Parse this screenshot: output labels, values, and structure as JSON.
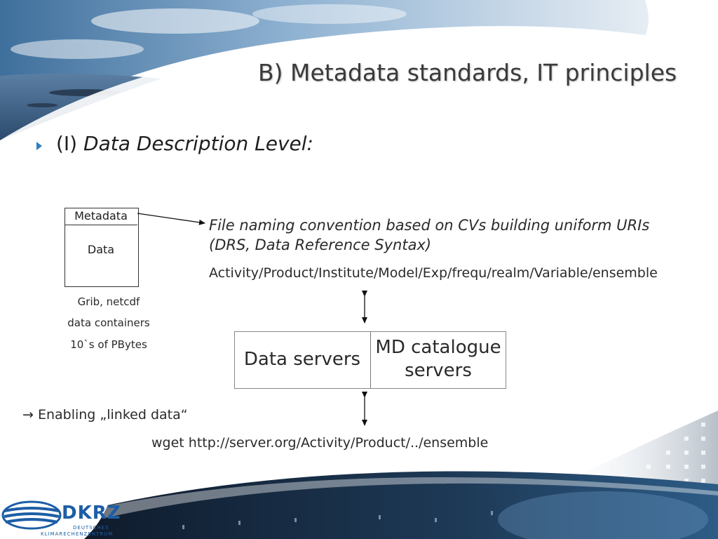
{
  "slide": {
    "title": "B) Metadata standards, IT principles",
    "bullet_prefix": "(I) ",
    "bullet_italic": "Data Description Level:"
  },
  "file_box": {
    "header": "Metadata",
    "body": "Data"
  },
  "notes": {
    "line1": "Grib, netcdf",
    "line2": "data containers",
    "line3": "10`s of PBytes"
  },
  "naming": {
    "line1": "File naming convention based on CVs building uniform URIs",
    "line2": "(DRS, Data Reference Syntax)"
  },
  "path": "Activity/Product/Institute/Model/Exp/frequ/realm/Variable/ensemble",
  "servers": {
    "left": "Data servers",
    "right_line1": "MD catalogue",
    "right_line2": "servers"
  },
  "enabling": "→ Enabling „linked data“",
  "wget": "wget http://server.org/Activity/Product/../ensemble",
  "logo": {
    "name": "DKRZ",
    "sub1": "DEUTSCHES",
    "sub2": "KLIMARECHENZENTRUM"
  },
  "colors": {
    "accent": "#2f7fc0",
    "logo": "#1d5ea5"
  }
}
